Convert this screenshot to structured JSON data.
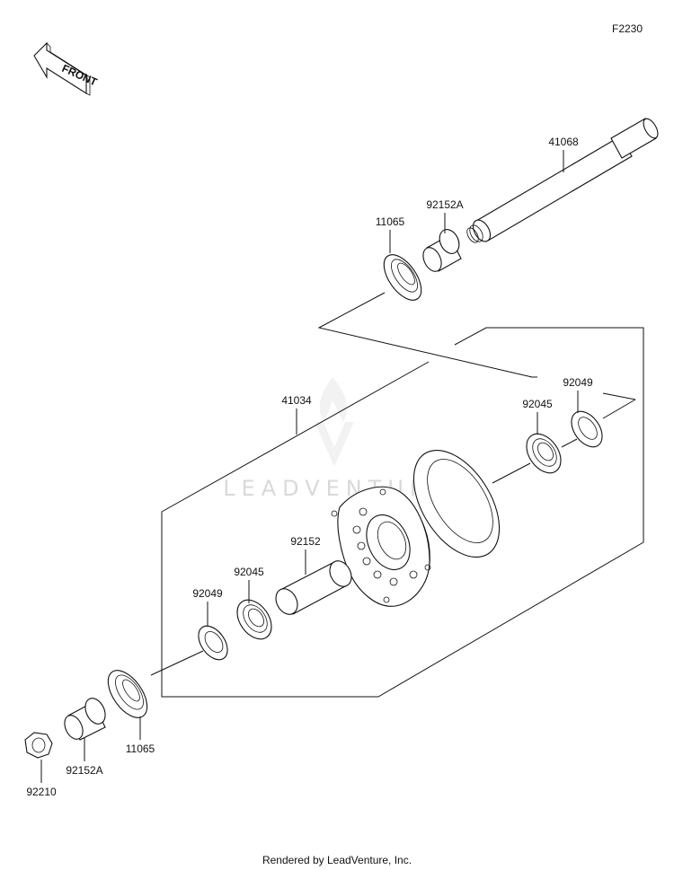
{
  "diagram_code": "F2230",
  "front_label": "FRONT",
  "watermark": "LEADVENTURE",
  "footer": "Rendered by LeadVenture, Inc.",
  "callouts": {
    "axle": "41068",
    "collar_top": "92152A",
    "seal_top": "11065",
    "hub": "41034",
    "oil_seal_right": "92049",
    "bearing_right": "92045",
    "sleeve": "92152",
    "bearing_left": "92045",
    "oil_seal_left": "92049",
    "seal_bottom": "11065",
    "collar_bottom": "92152A",
    "nut": "92210"
  }
}
